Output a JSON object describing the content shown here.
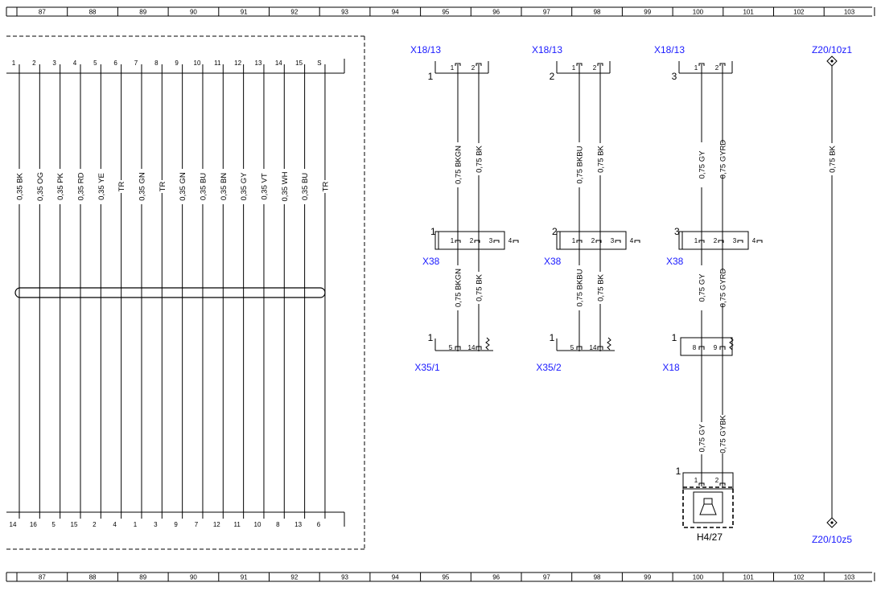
{
  "grid_columns": [
    "87",
    "88",
    "89",
    "90",
    "91",
    "92",
    "93",
    "94",
    "95",
    "96",
    "97",
    "98",
    "99",
    "100",
    "101",
    "102",
    "103"
  ],
  "harness": {
    "top_pins": [
      "1",
      "2",
      "3",
      "4",
      "5",
      "6",
      "7",
      "8",
      "9",
      "10",
      "11",
      "12",
      "13",
      "14",
      "15",
      "S"
    ],
    "wires": [
      "0,35 BK",
      "0,35 OG",
      "0,35 PK",
      "0,35 RD",
      "0,35 YE",
      "TR",
      "0,35 GN",
      "TR",
      "0,35 GN",
      "0,35 BU",
      "0,35 BN",
      "0,35 GY",
      "0,35 VT",
      "0,35 WH",
      "0,35 BU",
      "TR"
    ],
    "bottom_pins": [
      "14",
      "16",
      "5",
      "15",
      "2",
      "4",
      "1",
      "3",
      "9",
      "7",
      "12",
      "11",
      "10",
      "8",
      "13",
      "6"
    ]
  },
  "circuits": [
    {
      "top_conn": "X18/13",
      "top_num": "1",
      "top_pins": [
        "1",
        "2"
      ],
      "wires_upper": [
        "0,75 BKGN",
        "0,75 BK"
      ],
      "mid_conn": "X38",
      "mid_num": "1",
      "mid_pins": [
        "1",
        "2",
        "3",
        "4"
      ],
      "wires_lower": [
        "0,75 BKGN",
        "0,75 BK"
      ],
      "bot_conn": "X35/1",
      "bot_num": "1",
      "bot_pins": [
        "5",
        "14"
      ]
    },
    {
      "top_conn": "X18/13",
      "top_num": "2",
      "top_pins": [
        "1",
        "2"
      ],
      "wires_upper": [
        "0,75 BKBU",
        "0,75 BK"
      ],
      "mid_conn": "X38",
      "mid_num": "2",
      "mid_pins": [
        "1",
        "2",
        "3",
        "4"
      ],
      "wires_lower": [
        "0,75 BKBU",
        "0,75 BK"
      ],
      "bot_conn": "X35/2",
      "bot_num": "1",
      "bot_pins": [
        "5",
        "14"
      ]
    },
    {
      "top_conn": "X18/13",
      "top_num": "3",
      "top_pins": [
        "1",
        "2"
      ],
      "wires_upper": [
        "0,75 GY",
        "0,75 GYRD"
      ],
      "mid_conn": "X38",
      "mid_num": "3",
      "mid_pins": [
        "1",
        "2",
        "3",
        "4"
      ],
      "wires_lower": [
        "0,75 GY",
        "0,75 GYRD"
      ],
      "bot_conn": "X18",
      "bot_num": "1",
      "bot_pins": [
        "8",
        "9"
      ]
    }
  ],
  "speaker": {
    "wires": [
      "0,75 GY",
      "0,75 GYBK"
    ],
    "conn_num": "1",
    "pins": [
      "1",
      "2"
    ],
    "label": "H4/27"
  },
  "ground": {
    "top": "Z20/10z1",
    "bottom": "Z20/10z5",
    "wire": "0,75 BK"
  }
}
